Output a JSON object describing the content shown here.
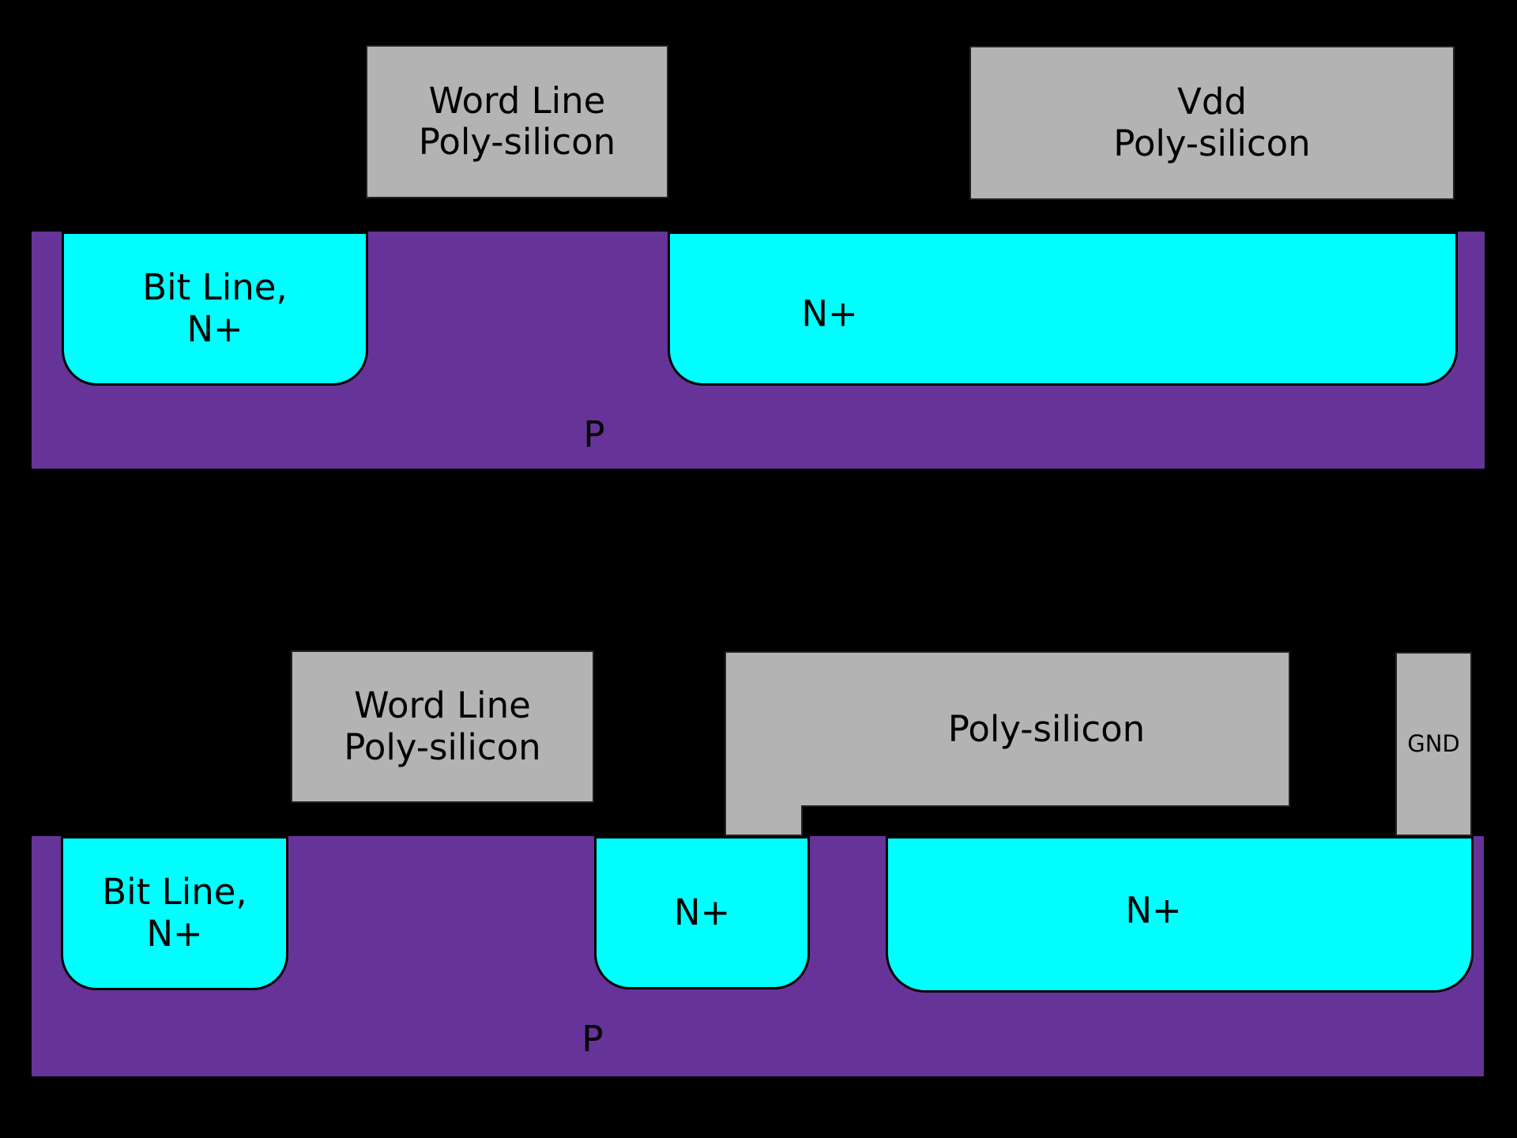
{
  "colors": {
    "background": "#000000",
    "substrate": "#663399",
    "diffusion": "#00ffff",
    "polysilicon": "#b3b3b3",
    "outline": "#000000",
    "text": "#000000"
  },
  "top": {
    "word_line_box": {
      "line1": "Word Line",
      "line2": "Poly-silicon"
    },
    "vdd_box": {
      "line1": "Vdd",
      "line2": "Poly-silicon"
    },
    "bit_line_well": {
      "line1": "Bit Line,",
      "line2": "N+"
    },
    "nplus_label": "N+",
    "substrate_label": "P"
  },
  "bottom": {
    "word_line_box": {
      "line1": "Word Line",
      "line2": "Poly-silicon"
    },
    "poly_box_label": "Poly-silicon",
    "gnd_label": "GND",
    "bit_line_well": {
      "line1": "Bit Line,",
      "line2": "N+"
    },
    "nplus_small_label": "N+",
    "nplus_large_label": "N+",
    "substrate_label": "P"
  }
}
